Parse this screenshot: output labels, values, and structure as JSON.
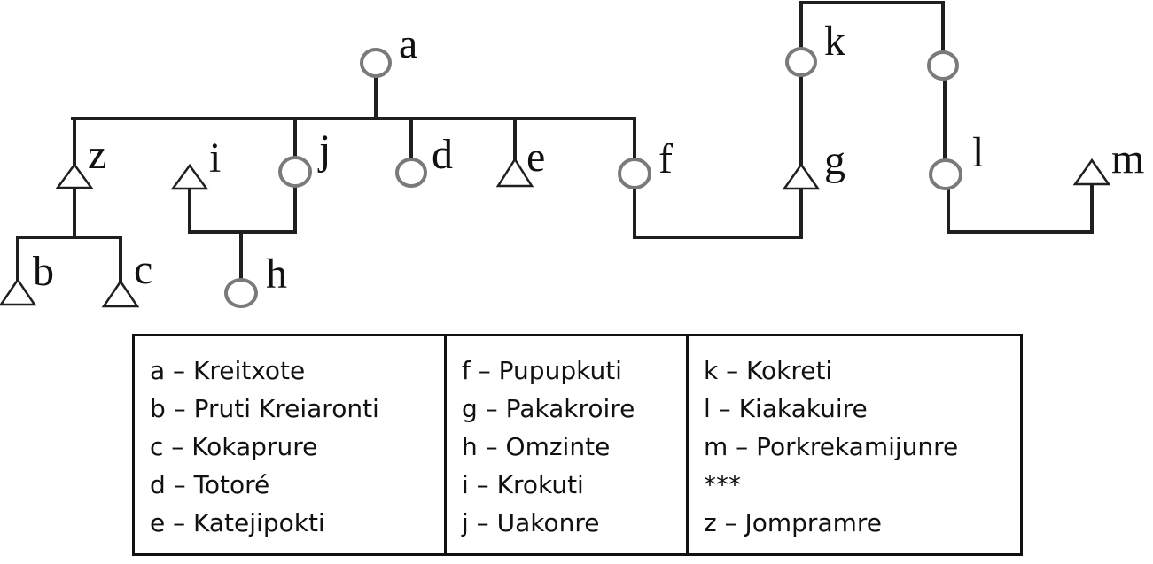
{
  "node_labels": {
    "a": "a",
    "b": "b",
    "c": "c",
    "d": "d",
    "e": "e",
    "f": "f",
    "g": "g",
    "h": "h",
    "i": "i",
    "j": "j",
    "k": "k",
    "l": "l",
    "m": "m",
    "z": "z"
  },
  "legend": {
    "columns": [
      [
        "a – Kreitxote",
        "b – Pruti Kreiaronti",
        "c – Kokaprure",
        "d – Totoré",
        "e – Katejipokti"
      ],
      [
        "f – Pupupkuti",
        "g – Pakakroire",
        "h – Omzinte",
        "i – Krokuti",
        "j – Uakonre"
      ],
      [
        "k – Kokreti",
        "l – Kiakakuire",
        "m – Porkrekamijunre",
        "***",
        "z – Jompramre"
      ]
    ]
  },
  "symbols": {
    "female": "circle",
    "male": "triangle"
  },
  "colors": {
    "line": "#1f1f1f",
    "female_outline": "#7a7a7a",
    "male_outline": "#1f1f1f"
  }
}
